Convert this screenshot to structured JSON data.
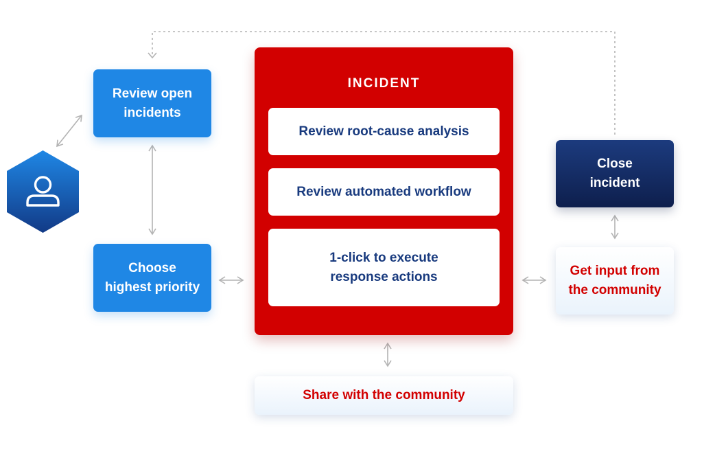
{
  "nodes": {
    "review_open": [
      "Review open",
      "incidents"
    ],
    "choose_priority": [
      "Choose",
      "highest priority"
    ],
    "incident_title": "INCIDENT",
    "rca": "Review root-cause analysis",
    "workflow": "Review automated workflow",
    "execute": [
      "1-click to execute",
      "response actions"
    ],
    "close": [
      "Close",
      "incident"
    ],
    "get_input": [
      "Get input from",
      "the community"
    ],
    "share": "Share with the community"
  },
  "icons": {
    "user": "user-icon"
  },
  "colors": {
    "primary_blue": "#1f87e5",
    "navy": "#0e1f4d",
    "incident_red": "#d20000",
    "text_navy": "#183a7e",
    "connector_gray": "#b3b3b3"
  }
}
